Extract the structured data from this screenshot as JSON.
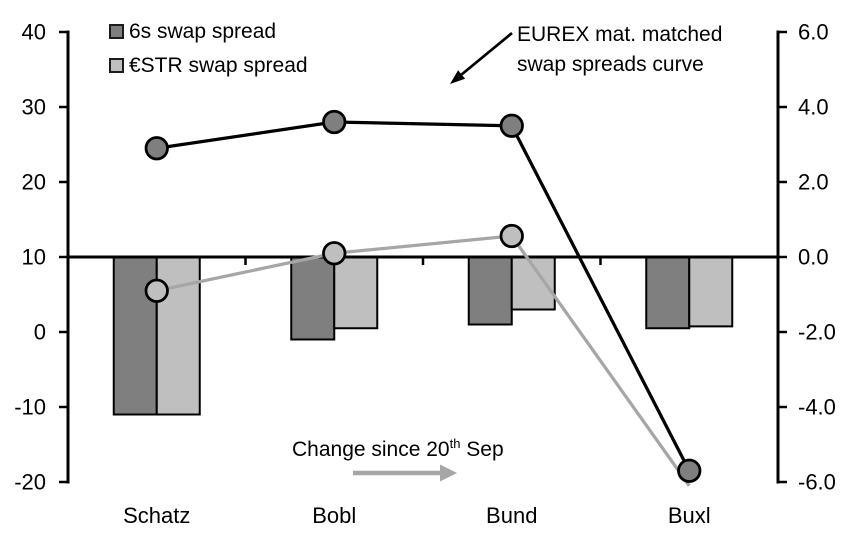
{
  "chart_data": {
    "type": "combo-bar-line",
    "title": "",
    "categories": [
      "Schatz",
      "Bobl",
      "Bund",
      "Buxl"
    ],
    "left_axis": {
      "min": -20,
      "max": 40,
      "ticks": [
        {
          "label": "40",
          "value": 40
        },
        {
          "label": "30",
          "value": 30
        },
        {
          "label": "20",
          "value": 20
        },
        {
          "label": "10",
          "value": 10
        },
        {
          "label": "0",
          "value": 0
        },
        {
          "label": "-10",
          "value": -10
        },
        {
          "label": "-20",
          "value": -20
        }
      ]
    },
    "right_axis": {
      "min": -6,
      "max": 6,
      "ticks": [
        {
          "label": "6.0",
          "value": 6
        },
        {
          "label": "4.0",
          "value": 4
        },
        {
          "label": "2.0",
          "value": 2
        },
        {
          "label": "0.0",
          "value": 0
        },
        {
          "label": "-2.0",
          "value": -2
        },
        {
          "label": "-4.0",
          "value": -4
        },
        {
          "label": "-6.0",
          "value": -6
        }
      ]
    },
    "bar_series": [
      {
        "name": "6s swap spread change",
        "axis": "right",
        "fill": "#7f7f7f",
        "values": [
          -4.2,
          -2.2,
          -1.8,
          -1.9
        ]
      },
      {
        "name": "€STR swap spread change",
        "axis": "right",
        "fill": "#bfbfbf",
        "values": [
          -4.2,
          -1.9,
          -1.4,
          -1.85
        ]
      }
    ],
    "line_series": [
      {
        "name": "€STR swap spread curve",
        "axis": "left",
        "stroke": "#a6a6a6",
        "marker_fill": "#bfbfbf",
        "values": [
          5.5,
          10.5,
          12.8,
          -20.5
        ],
        "markers": [
          true,
          true,
          true,
          false
        ]
      },
      {
        "name": "6s swap spread curve",
        "axis": "left",
        "stroke": "#000000",
        "marker_fill": "#7f7f7f",
        "values": [
          24.5,
          28,
          27.5,
          -18.5
        ],
        "markers": [
          true,
          true,
          true,
          true
        ]
      }
    ],
    "grid": false,
    "legend_position": "top-left"
  },
  "legend": {
    "items": [
      {
        "label": "6s swap spread",
        "swatch": "#7f7f7f"
      },
      {
        "label": "€STR swap spread",
        "swatch": "#bfbfbf"
      }
    ]
  },
  "annotations": {
    "eurex": {
      "line1": "EUREX mat. matched",
      "line2": "swap spreads curve"
    },
    "change": {
      "prefix": "Change since 20",
      "sup": "th",
      "suffix": " Sep"
    }
  },
  "colors": {
    "dark_gray": "#7f7f7f",
    "light_gray": "#bfbfbf",
    "gray_line": "#a6a6a6",
    "black": "#000000"
  }
}
